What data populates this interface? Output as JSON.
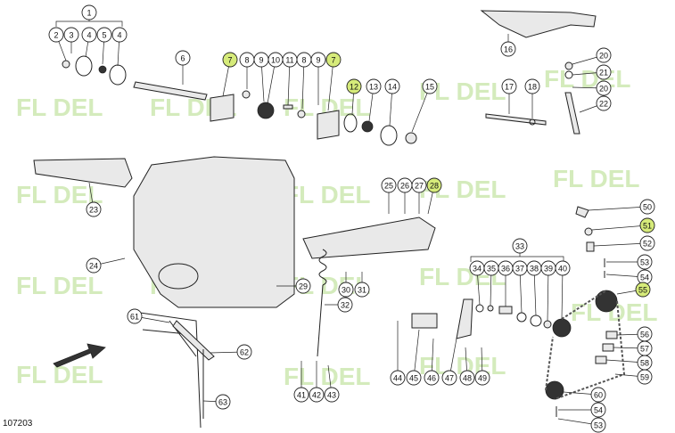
{
  "diagram": {
    "reference_code": "107203",
    "watermark_text": "FL DEL",
    "highlight_color": "#d6eb7a",
    "watermark_color": "#9fd36a",
    "highlighted_callouts": [
      "7",
      "12",
      "28",
      "51",
      "55"
    ],
    "callouts": [
      {
        "id": "c1",
        "label": "1"
      },
      {
        "id": "c2",
        "label": "2"
      },
      {
        "id": "c3",
        "label": "3"
      },
      {
        "id": "c4",
        "label": "4"
      },
      {
        "id": "c5",
        "label": "5"
      },
      {
        "id": "c4b",
        "label": "4"
      },
      {
        "id": "c6",
        "label": "6"
      },
      {
        "id": "c7",
        "label": "7"
      },
      {
        "id": "c8",
        "label": "8"
      },
      {
        "id": "c9",
        "label": "9"
      },
      {
        "id": "c10",
        "label": "10"
      },
      {
        "id": "c11",
        "label": "11"
      },
      {
        "id": "c8b",
        "label": "8"
      },
      {
        "id": "c9b",
        "label": "9"
      },
      {
        "id": "c7b",
        "label": "7"
      },
      {
        "id": "c12",
        "label": "12"
      },
      {
        "id": "c13",
        "label": "13"
      },
      {
        "id": "c14",
        "label": "14"
      },
      {
        "id": "c15",
        "label": "15"
      },
      {
        "id": "c16",
        "label": "16"
      },
      {
        "id": "c17",
        "label": "17"
      },
      {
        "id": "c18",
        "label": "18"
      },
      {
        "id": "c20",
        "label": "20"
      },
      {
        "id": "c21",
        "label": "21"
      },
      {
        "id": "c20b",
        "label": "20"
      },
      {
        "id": "c22",
        "label": "22"
      },
      {
        "id": "c23",
        "label": "23"
      },
      {
        "id": "c24",
        "label": "24"
      },
      {
        "id": "c25",
        "label": "25"
      },
      {
        "id": "c26",
        "label": "26"
      },
      {
        "id": "c27",
        "label": "27"
      },
      {
        "id": "c28",
        "label": "28"
      },
      {
        "id": "c29",
        "label": "29"
      },
      {
        "id": "c30",
        "label": "30"
      },
      {
        "id": "c31",
        "label": "31"
      },
      {
        "id": "c32",
        "label": "32"
      },
      {
        "id": "c33",
        "label": "33"
      },
      {
        "id": "c34",
        "label": "34"
      },
      {
        "id": "c35",
        "label": "35"
      },
      {
        "id": "c36",
        "label": "36"
      },
      {
        "id": "c37",
        "label": "37"
      },
      {
        "id": "c38",
        "label": "38"
      },
      {
        "id": "c39",
        "label": "39"
      },
      {
        "id": "c40",
        "label": "40"
      },
      {
        "id": "c41",
        "label": "41"
      },
      {
        "id": "c42",
        "label": "42"
      },
      {
        "id": "c43",
        "label": "43"
      },
      {
        "id": "c44",
        "label": "44"
      },
      {
        "id": "c45",
        "label": "45"
      },
      {
        "id": "c46",
        "label": "46"
      },
      {
        "id": "c47",
        "label": "47"
      },
      {
        "id": "c48",
        "label": "48"
      },
      {
        "id": "c49",
        "label": "49"
      },
      {
        "id": "c50",
        "label": "50"
      },
      {
        "id": "c51",
        "label": "51"
      },
      {
        "id": "c52",
        "label": "52"
      },
      {
        "id": "c53",
        "label": "53"
      },
      {
        "id": "c54",
        "label": "54"
      },
      {
        "id": "c55",
        "label": "55"
      },
      {
        "id": "c56",
        "label": "56"
      },
      {
        "id": "c57",
        "label": "57"
      },
      {
        "id": "c58",
        "label": "58"
      },
      {
        "id": "c59",
        "label": "59"
      },
      {
        "id": "c60",
        "label": "60"
      },
      {
        "id": "c54b",
        "label": "54"
      },
      {
        "id": "c53b",
        "label": "53"
      },
      {
        "id": "c61",
        "label": "61"
      },
      {
        "id": "c62",
        "label": "62"
      },
      {
        "id": "c63",
        "label": "63"
      }
    ]
  }
}
